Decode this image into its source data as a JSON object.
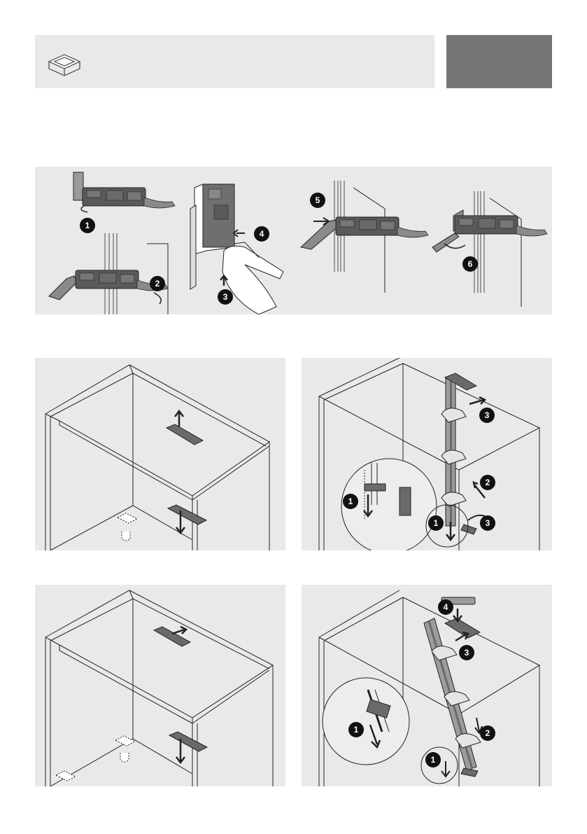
{
  "header": {
    "icon": "drawer-box-icon",
    "tab_color": "#757575",
    "panel_color": "#e9e9e9"
  },
  "step_strip": {
    "badges": [
      "1",
      "2",
      "3",
      "4",
      "5",
      "6"
    ]
  },
  "figures": {
    "top_right": {
      "badges": [
        "1",
        "1",
        "2",
        "3",
        "3"
      ]
    },
    "bottom_right": {
      "badges": [
        "1",
        "1",
        "2",
        "3",
        "4"
      ]
    }
  }
}
